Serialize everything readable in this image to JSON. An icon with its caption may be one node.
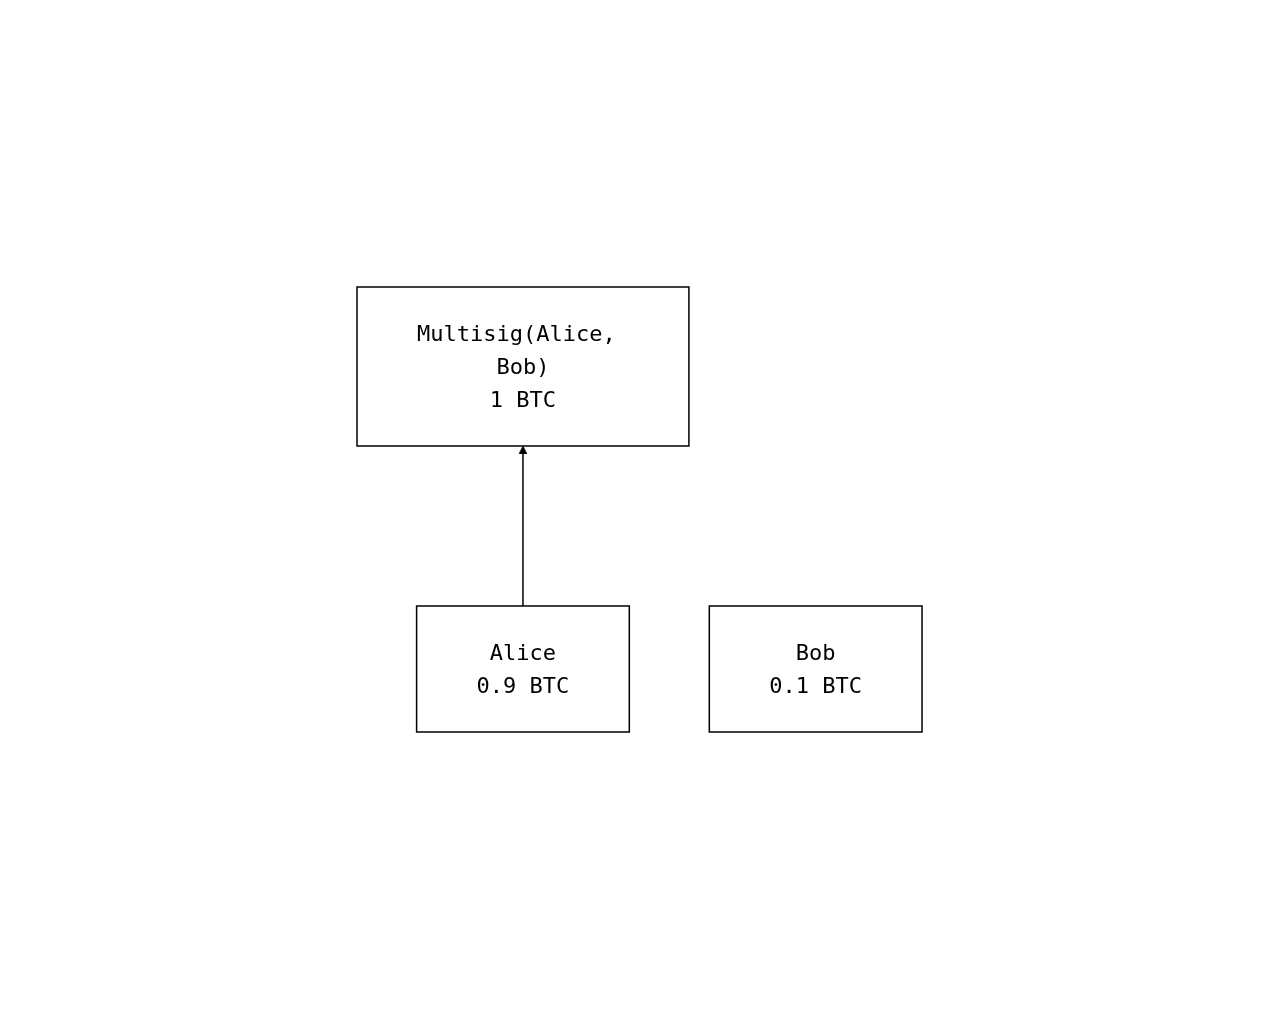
{
  "diagram": {
    "nodes": [
      {
        "text": [
          "Multisig(Alice, Bob)",
          "1 BTC"
        ]
      },
      {
        "text": [
          "Alice",
          "0.9 BTC"
        ]
      },
      {
        "text": [
          "Bob",
          "0.1 BTC"
        ]
      }
    ],
    "edges": [
      {
        "from": 1,
        "to": 0,
        "arrow": "to"
      }
    ]
  }
}
